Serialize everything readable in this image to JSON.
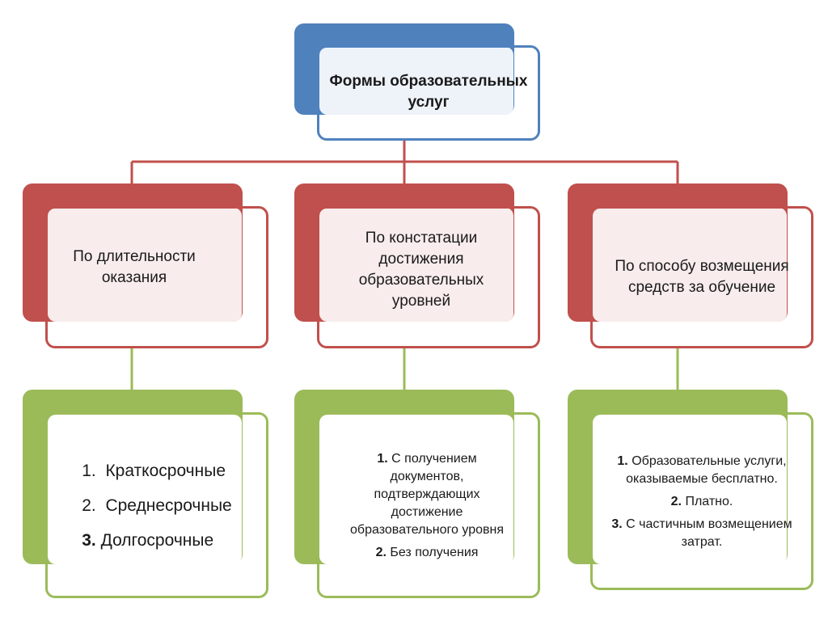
{
  "root": {
    "title": "Формы образовательных услуг"
  },
  "categories": [
    {
      "label": "По длительности оказания"
    },
    {
      "label": "По констатации достижения образовательных уровней"
    },
    {
      "label": "По способу возмещения средств за обучение"
    }
  ],
  "details": [
    {
      "items": [
        {
          "num": "1.",
          "text": "Краткосрочные"
        },
        {
          "num": "2.",
          "text": "Среднесрочные"
        },
        {
          "num": "3.",
          "text": "Долгосрочные"
        }
      ]
    },
    {
      "items": [
        {
          "num": "1.",
          "text": "С получением документов, подтверждающих достижение образовательного уровня"
        },
        {
          "num": "2.",
          "text": "Без получения"
        }
      ]
    },
    {
      "items": [
        {
          "num": "1.",
          "text": "Образовательные услуги, оказываемые бесплатно."
        },
        {
          "num": "2.",
          "text": "Платно."
        },
        {
          "num": "3.",
          "text": "С частичным возмещением затрат."
        }
      ]
    }
  ],
  "colors": {
    "blue": "#4f81bd",
    "red": "#c0504d",
    "green": "#9bbb59",
    "red_connector": "#c0504d",
    "green_connector": "#9bbb59"
  }
}
